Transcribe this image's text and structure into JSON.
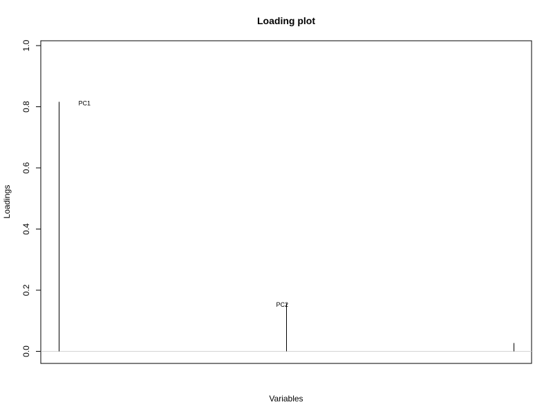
{
  "chart_data": {
    "type": "bar",
    "style": "vertical lines (histogram-type plot)",
    "title": "Loading plot",
    "xlabel": "Variables",
    "ylabel": "Loadings",
    "ylim": [
      0,
      1.0
    ],
    "yticks": [
      "0.0",
      "0.2",
      "0.4",
      "0.6",
      "0.8",
      "1.0"
    ],
    "x_axis_ticks_shown": false,
    "grid": false,
    "reference_line_y": 0,
    "colors": {
      "bars": "#000000",
      "reference_line": "#d3d3d3",
      "frame": "#000000"
    },
    "points": [
      {
        "index": 1,
        "value": 0.816,
        "label": "PC1"
      },
      {
        "index": 2,
        "value": 0.157,
        "label": "PC2"
      },
      {
        "index": 3,
        "value": 0.027,
        "label": ""
      }
    ]
  }
}
